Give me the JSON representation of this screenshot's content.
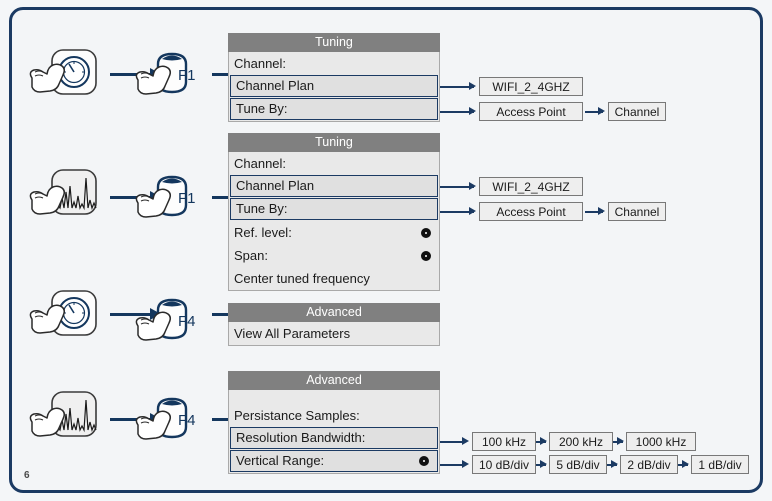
{
  "page": {
    "number": "6"
  },
  "colors": {
    "frame_border": "#1b3a63",
    "panel_header_bg": "#808080",
    "panel_body_bg": "#e9e9e9",
    "selected_row_border": "#1b3a63",
    "arrow": "#14375e",
    "page_background": "#f3f5f7"
  },
  "rows": [
    {
      "id": "row1",
      "source_icon": "rotary-knob-icon",
      "key_label": "F1",
      "panel": {
        "title": "Tuning",
        "items": [
          {
            "label": "Channel:",
            "selected": false,
            "knob": false
          },
          {
            "label": "Channel Plan",
            "selected": true,
            "knob": false
          },
          {
            "label": "Tune By:",
            "selected": true,
            "knob": false
          }
        ]
      },
      "values": {
        "channel_plan": "WIFI_2_4GHZ",
        "tune_by": "Access Point",
        "tune_by_next": "Channel"
      }
    },
    {
      "id": "row2",
      "source_icon": "spectrum-display-icon",
      "key_label": "F1",
      "panel": {
        "title": "Tuning",
        "items": [
          {
            "label": "Channel:",
            "selected": false,
            "knob": false
          },
          {
            "label": "Channel Plan",
            "selected": true,
            "knob": false
          },
          {
            "label": "Tune By:",
            "selected": true,
            "knob": false
          },
          {
            "label": "Ref. level:",
            "selected": false,
            "knob": true
          },
          {
            "label": "Span:",
            "selected": false,
            "knob": true
          },
          {
            "label": "Center tuned frequency",
            "selected": false,
            "knob": false
          }
        ]
      },
      "values": {
        "channel_plan": "WIFI_2_4GHZ",
        "tune_by": "Access Point",
        "tune_by_next": "Channel"
      }
    },
    {
      "id": "row3",
      "source_icon": "rotary-knob-icon",
      "key_label": "F4",
      "panel": {
        "title": "Advanced",
        "items": [
          {
            "label": "View All Parameters",
            "selected": false,
            "knob": false
          }
        ]
      },
      "values": {}
    },
    {
      "id": "row4",
      "source_icon": "spectrum-display-icon",
      "key_label": "F4",
      "panel": {
        "title": "Advanced",
        "items": [
          {
            "label": "",
            "selected": false,
            "knob": false
          },
          {
            "label": "Persistance Samples:",
            "selected": false,
            "knob": false
          },
          {
            "label": "Resolution Bandwidth:",
            "selected": true,
            "knob": false
          },
          {
            "label": "Vertical Range:",
            "selected": true,
            "knob": true
          }
        ]
      },
      "values": {
        "bandwidth_chain": [
          "100 kHz",
          "200 kHz",
          "1000 kHz"
        ],
        "vertical_range_chain": [
          "10 dB/div",
          "5 dB/div",
          "2 dB/div",
          "1 dB/div"
        ]
      }
    }
  ]
}
